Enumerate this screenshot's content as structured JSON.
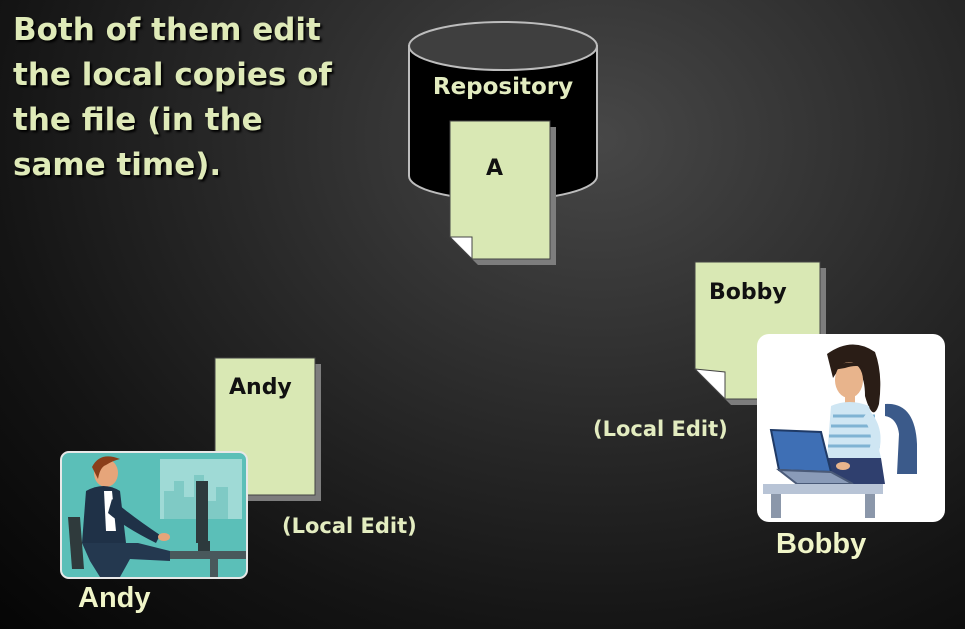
{
  "heading": "Both of them edit the local copies of the file (in the same time).",
  "repository": {
    "label": "Repository",
    "file_label": "A"
  },
  "andy": {
    "file_label": "Andy",
    "edit_note": "(Local Edit)",
    "name": "Andy"
  },
  "bobby": {
    "file_label": "Bobby",
    "edit_note": "(Local Edit)",
    "name": "Bobby"
  },
  "colors": {
    "page_fill": "#d9e8b4",
    "accent_text": "#e3ecc0",
    "background": "#2c2c2c"
  }
}
